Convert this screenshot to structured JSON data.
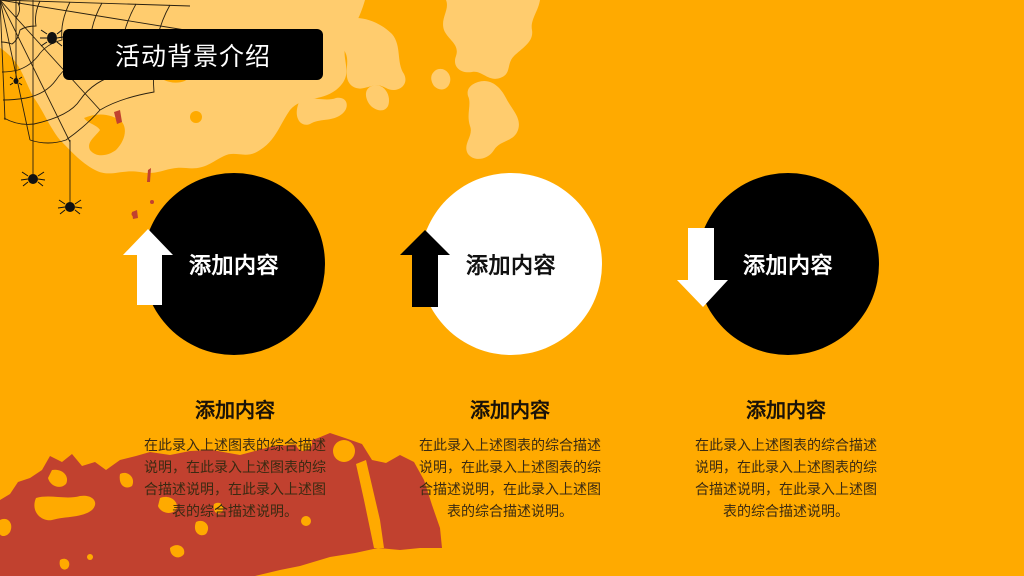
{
  "slide": {
    "title": "活动背景介绍"
  },
  "items": [
    {
      "circle_label": "添加内容",
      "circle_style": "dark",
      "arrow": "arrow-up-icon",
      "heading": "添加内容",
      "body_lines": [
        "在此录入上述图表的综合描述",
        "说明，在此录入上述图表的综",
        "合描述说明，在此录入上述图",
        "表的综合描述说明。"
      ]
    },
    {
      "circle_label": "添加内容",
      "circle_style": "light",
      "arrow": "arrow-up-icon",
      "heading": "添加内容",
      "body_lines": [
        "在此录入上述图表的综合描述",
        "说明，在此录入上述图表的综",
        "合描述说明，在此录入上述图",
        "表的综合描述说明。"
      ]
    },
    {
      "circle_label": "添加内容",
      "circle_style": "dark",
      "arrow": "arrow-down-icon",
      "heading": "添加内容",
      "body_lines": [
        "在此录入上述图表的综合描述",
        "说明，在此录入上述图表的综",
        "合描述说明，在此录入上述图",
        "表的综合描述说明。"
      ]
    }
  ],
  "colors": {
    "background": "#FFAA00",
    "splash_light": "#FFCC6E",
    "splash_red": "#C1412F",
    "title_box": "#000000",
    "body_text": "#3A2A12"
  }
}
